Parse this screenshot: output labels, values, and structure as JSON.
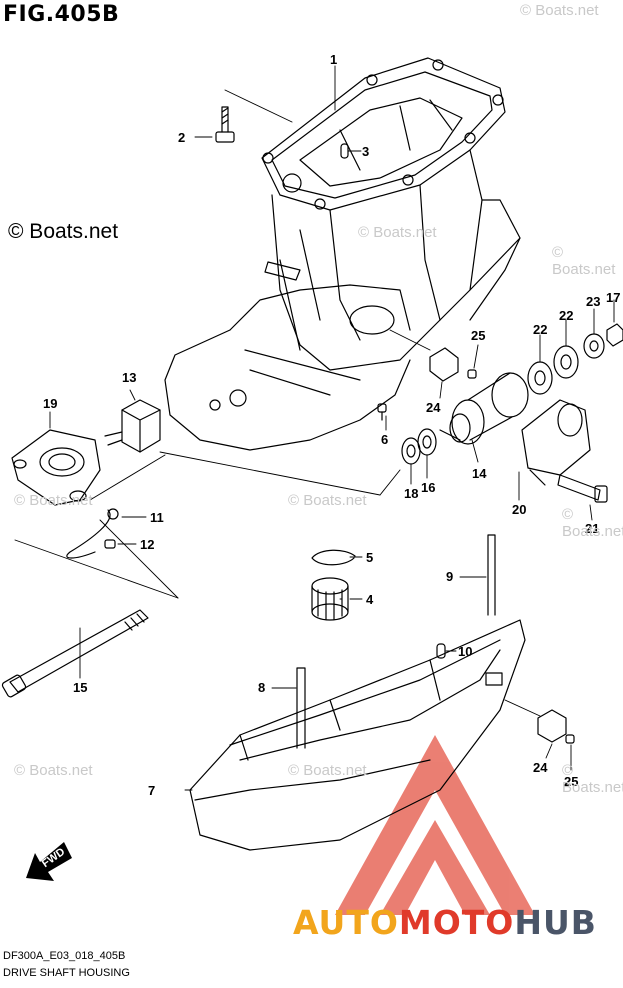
{
  "figure": {
    "title": "FIG.405B",
    "code": "DF300A_E03_018_405B",
    "name": "DRIVE SHAFT HOUSING"
  },
  "copyright_main": "© Boats.net",
  "watermark_text": "© Boats.net",
  "brand": {
    "part1": "AUTO",
    "part2": "MOTO",
    "part3": "HUB",
    "colors": {
      "auto": "#f2a51c",
      "moto": "#e03a2a",
      "hub": "#4a5568",
      "triangle": "#e03a2a"
    }
  },
  "fwd_label": "FWD",
  "callouts": [
    "1",
    "2",
    "3",
    "4",
    "5",
    "6",
    "7",
    "8",
    "9",
    "10",
    "11",
    "12",
    "13",
    "14",
    "15",
    "16",
    "17",
    "18",
    "19",
    "20",
    "21",
    "22",
    "22",
    "23",
    "24",
    "24",
    "25",
    "25"
  ]
}
